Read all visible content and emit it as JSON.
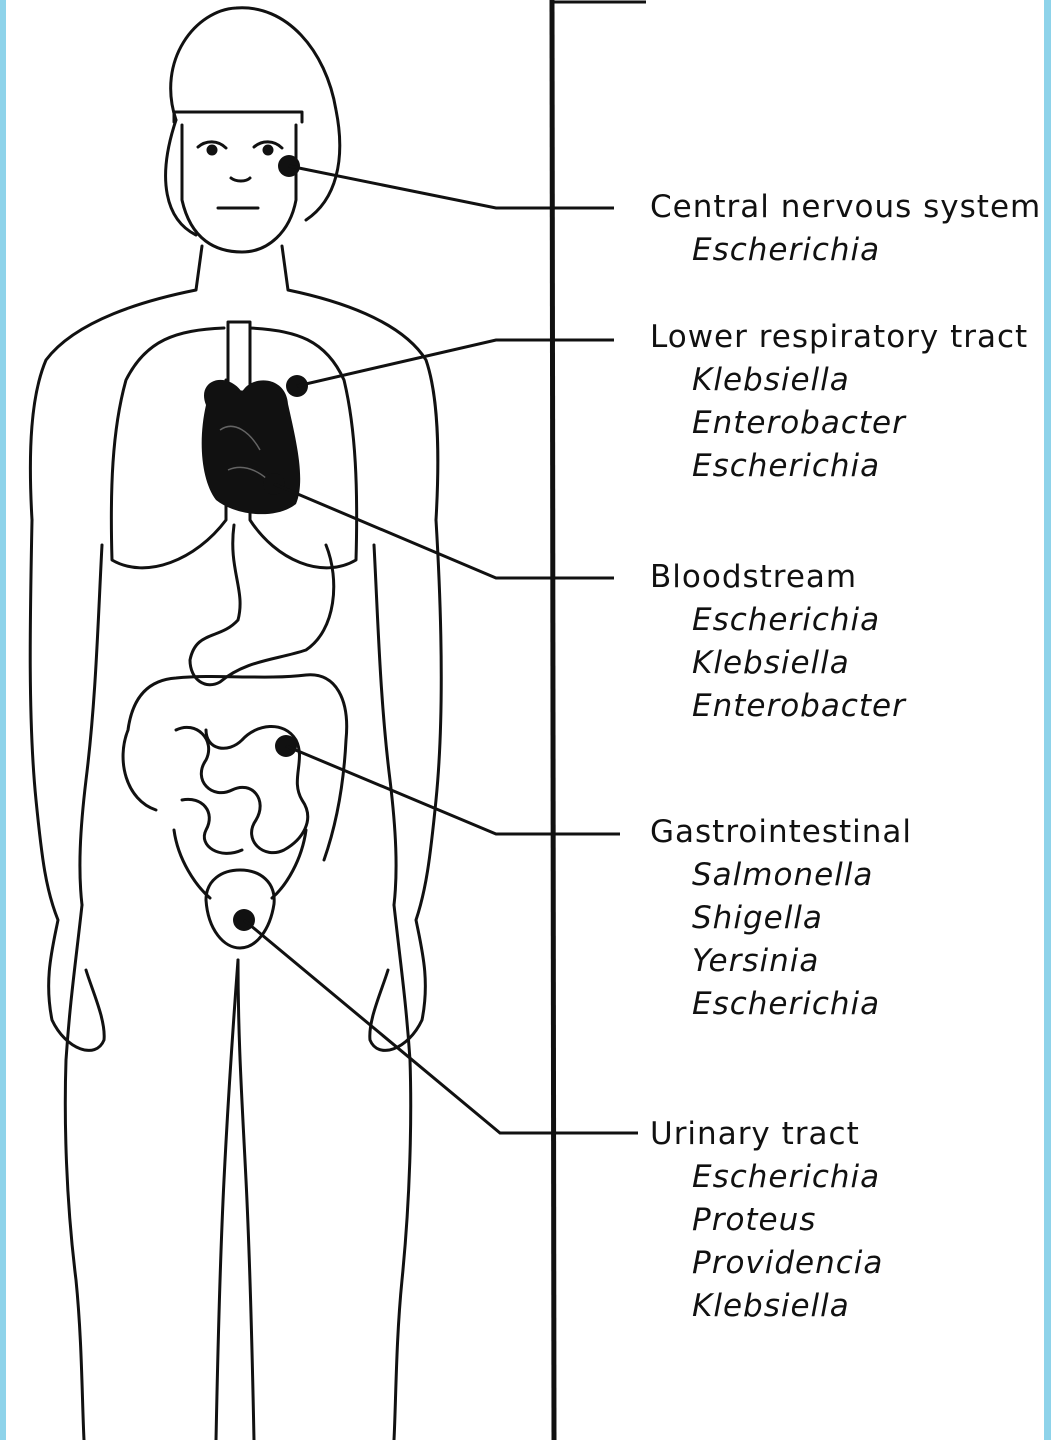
{
  "groups": [
    {
      "title": "Central nervous system",
      "organisms": [
        "Escherichia"
      ]
    },
    {
      "title": "Lower respiratory tract",
      "organisms": [
        "Klebsiella",
        "Enterobacter",
        "Escherichia"
      ]
    },
    {
      "title": "Bloodstream",
      "organisms": [
        "Escherichia",
        "Klebsiella",
        "Enterobacter"
      ]
    },
    {
      "title": "Gastrointestinal",
      "organisms": [
        "Salmonella",
        "Shigella",
        "Yersinia",
        "Escherichia"
      ]
    },
    {
      "title": "Urinary tract",
      "organisms": [
        "Escherichia",
        "Proteus",
        "Providencia",
        "Klebsiella"
      ]
    }
  ],
  "colors": {
    "ink": "#111111",
    "border": "#8ed3ea",
    "paper": "#ffffff"
  },
  "icons": [
    "human-body-outline-icon",
    "lungs-icon",
    "heart-icon",
    "stomach-icon",
    "intestines-icon",
    "bladder-icon"
  ]
}
